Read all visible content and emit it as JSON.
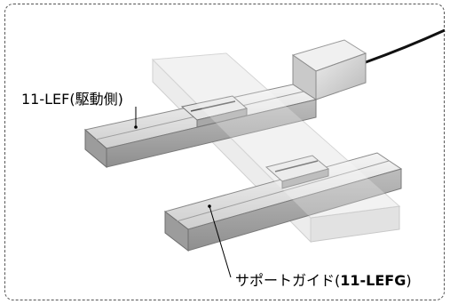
{
  "labels": {
    "drive_side": "11-LEF(駆動側)",
    "guide_prefix": "サポートガイド(",
    "guide_model": "11-LEFG",
    "guide_suffix": ")"
  }
}
